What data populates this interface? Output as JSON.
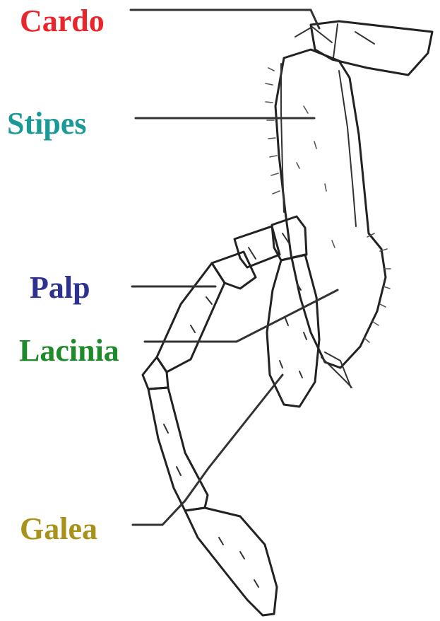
{
  "labels": {
    "cardo": {
      "text": "Cardo",
      "color": "#e8262b"
    },
    "stipes": {
      "text": "Stipes",
      "color": "#1a9a96"
    },
    "palp": {
      "text": "Palp",
      "color": "#2e318d"
    },
    "lacinia": {
      "text": "Lacinia",
      "color": "#1f8a2a"
    },
    "galea": {
      "text": "Galea",
      "color": "#a8921a"
    }
  }
}
